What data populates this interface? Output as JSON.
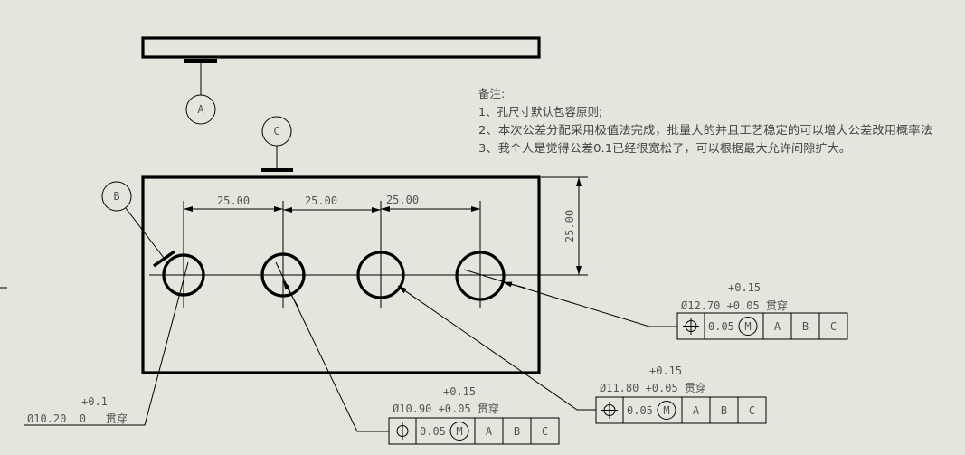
{
  "notes": {
    "title": "备注:",
    "items": [
      "1、孔尺寸默认包容原则;",
      "2、本次公差分配采用极值法完成，批量大的并且工艺稳定的可以增大公差改用概率法",
      "3、我个人是觉得公差0.1已经很宽松了，可以根据最大允许间隙扩大。"
    ]
  },
  "datums": {
    "a": "A",
    "b": "B",
    "c": "C"
  },
  "dimensions": {
    "spacing_1": "25.00",
    "spacing_2": "25.00",
    "spacing_3": "25.00",
    "vertical": "25.00"
  },
  "holes": [
    {
      "upper_tol": "+0.1",
      "size": "Ø10.20  0   贯穿"
    },
    {
      "upper_tol": "+0.15",
      "size": "Ø10.90 +0.05 贯穿",
      "fcf": {
        "tolerance": "0.05",
        "modifier": "M",
        "datums": [
          "A",
          "B",
          "C"
        ]
      }
    },
    {
      "upper_tol": "+0.15",
      "size": "Ø11.80 +0.05 贯穿",
      "fcf": {
        "tolerance": "0.05",
        "modifier": "M",
        "datums": [
          "A",
          "B",
          "C"
        ]
      }
    },
    {
      "upper_tol": "+0.15",
      "size": "Ø12.70 +0.05 贯穿",
      "fcf": {
        "tolerance": "0.05",
        "modifier": "M",
        "datums": [
          "A",
          "B",
          "C"
        ]
      }
    }
  ]
}
